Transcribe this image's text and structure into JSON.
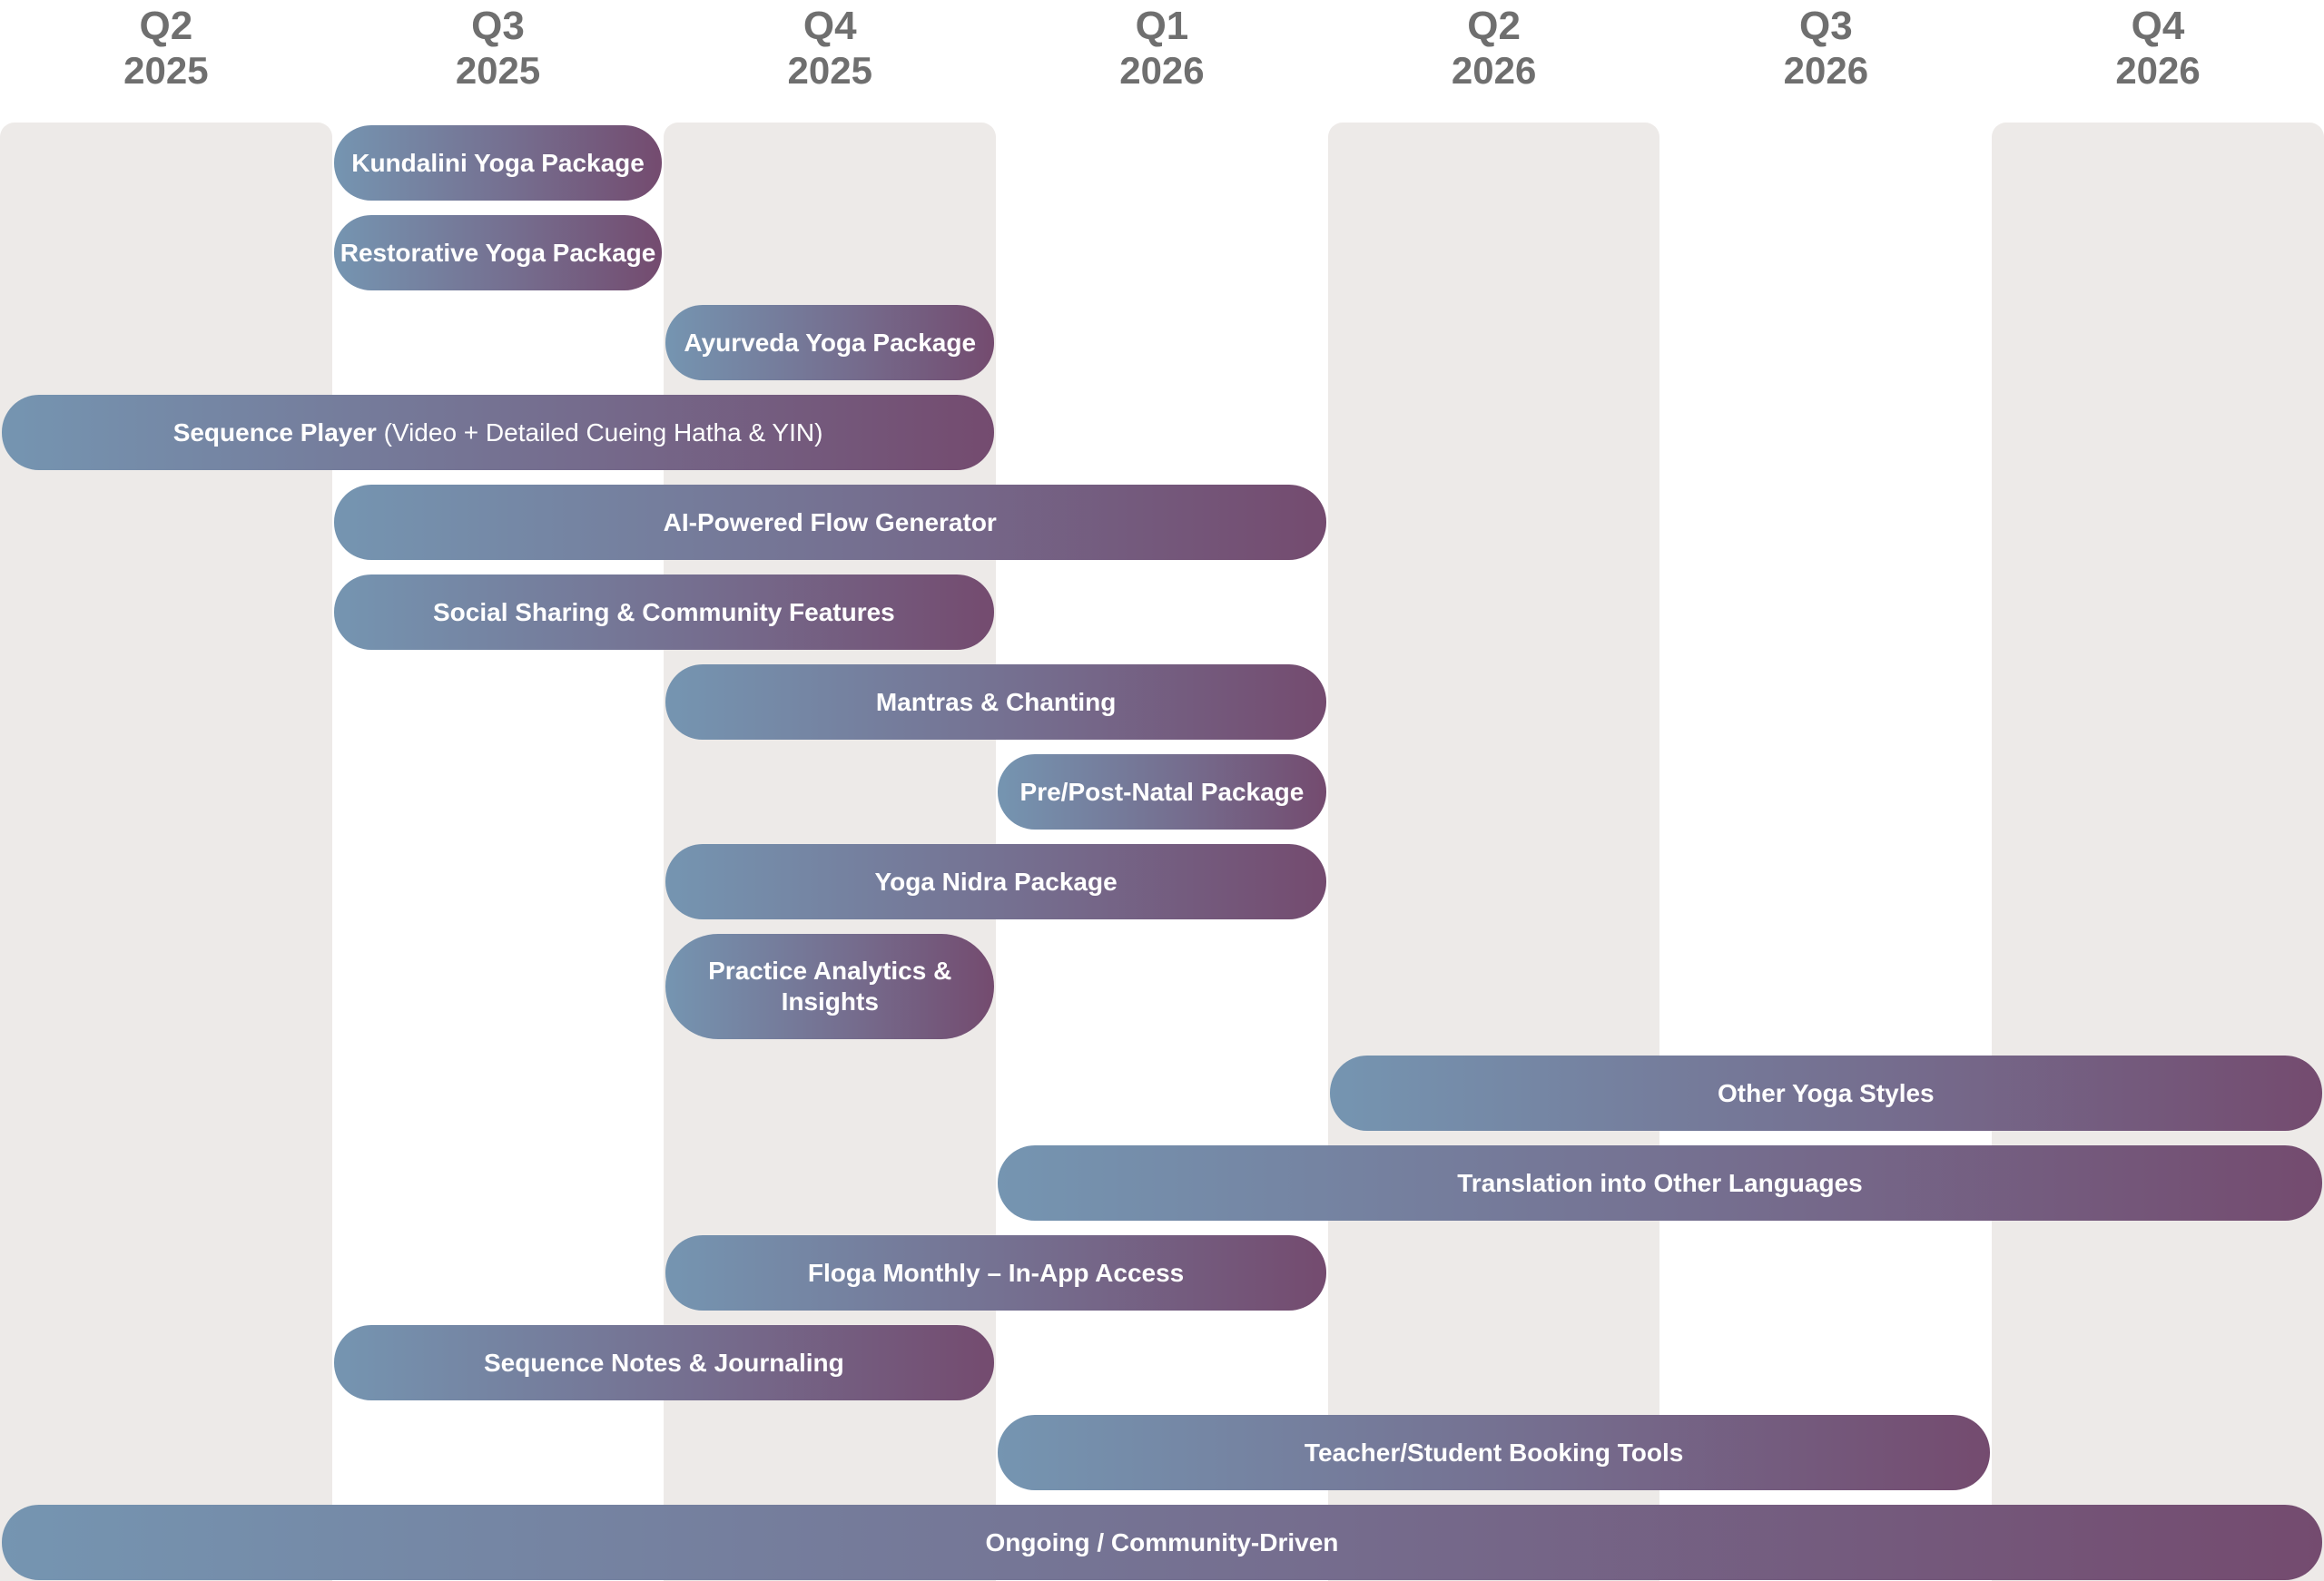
{
  "roadmap": {
    "quarters": [
      {
        "name": "Q2",
        "year": "2025"
      },
      {
        "name": "Q3",
        "year": "2025"
      },
      {
        "name": "Q4",
        "year": "2025"
      },
      {
        "name": "Q1",
        "year": "2026"
      },
      {
        "name": "Q2",
        "year": "2026"
      },
      {
        "name": "Q3",
        "year": "2026"
      },
      {
        "name": "Q4",
        "year": "2026"
      }
    ],
    "shaded_quarters": [
      0,
      2,
      4,
      6
    ],
    "colors": {
      "column_band": "#edeae8",
      "header_text": "#6f6f6f",
      "bar_gradient_start": "#7595b1",
      "bar_gradient_end": "#744b6f",
      "bar_text": "#ffffff"
    },
    "items": [
      {
        "label": "Kundalini Yoga Package",
        "label_sub": "",
        "start": 1,
        "end": 2,
        "row": 0
      },
      {
        "label": "Restorative Yoga Package",
        "label_sub": "",
        "start": 1,
        "end": 2,
        "row": 1
      },
      {
        "label": "Ayurveda Yoga Package",
        "label_sub": "",
        "start": 2,
        "end": 3,
        "row": 2
      },
      {
        "label": "Sequence Player",
        "label_sub": "(Video + Detailed Cueing Hatha & YIN)",
        "start": 0,
        "end": 3,
        "row": 3
      },
      {
        "label": "AI-Powered Flow Generator",
        "label_sub": "",
        "start": 1,
        "end": 4,
        "row": 4
      },
      {
        "label": "Social Sharing & Community Features",
        "label_sub": "",
        "start": 1,
        "end": 3,
        "row": 5
      },
      {
        "label": "Mantras & Chanting",
        "label_sub": "",
        "start": 2,
        "end": 4,
        "row": 6
      },
      {
        "label": "Pre/Post-Natal Package",
        "label_sub": "",
        "start": 3,
        "end": 4,
        "row": 7
      },
      {
        "label": "Yoga Nidra Package",
        "label_sub": "",
        "start": 2,
        "end": 4,
        "row": 8
      },
      {
        "label": "Practice Analytics & Insights",
        "label_sub": "",
        "start": 2,
        "end": 3,
        "row": 9,
        "tall": true
      },
      {
        "label": "Other Yoga Styles",
        "label_sub": "",
        "start": 4,
        "end": 7,
        "row": 10
      },
      {
        "label": "Translation into Other Languages",
        "label_sub": "",
        "start": 3,
        "end": 7,
        "row": 11
      },
      {
        "label": "Floga Monthly – In-App Access",
        "label_sub": "",
        "start": 2,
        "end": 4,
        "row": 12
      },
      {
        "label": "Sequence Notes & Journaling",
        "label_sub": "",
        "start": 1,
        "end": 3,
        "row": 13
      },
      {
        "label": "Teacher/Student Booking Tools",
        "label_sub": "",
        "start": 3,
        "end": 6,
        "row": 14
      },
      {
        "label": "Ongoing / Community-Driven",
        "label_sub": "",
        "start": 0,
        "end": 7,
        "row": 15
      }
    ]
  }
}
